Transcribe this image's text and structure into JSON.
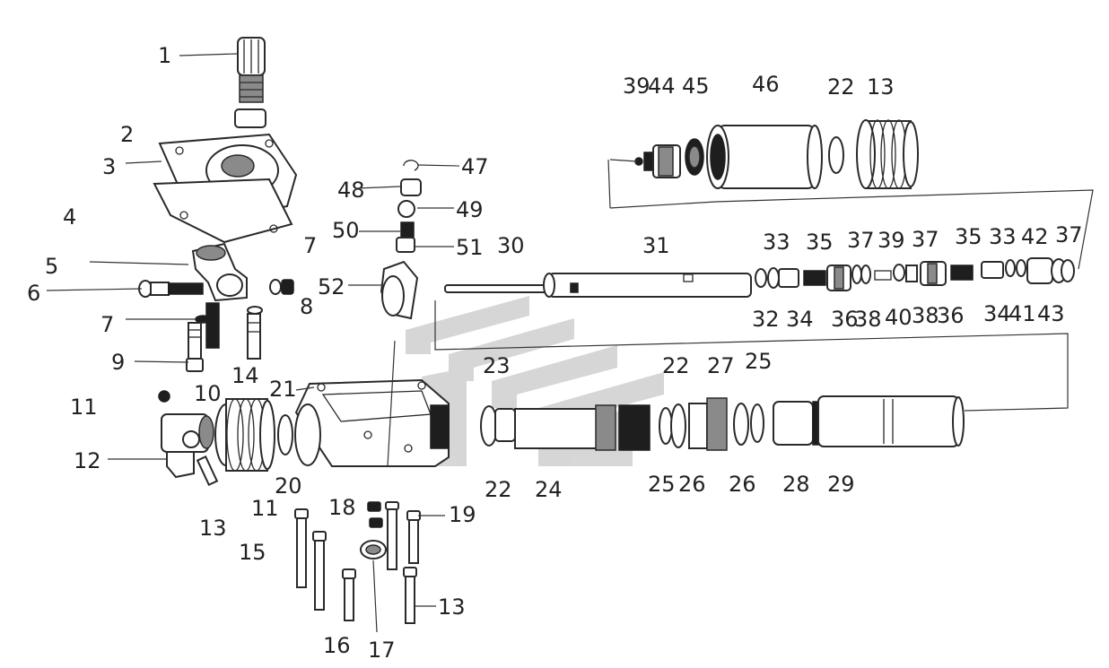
{
  "labels": [
    {
      "id": "1",
      "text": "1"
    },
    {
      "id": "2",
      "text": "2"
    },
    {
      "id": "3",
      "text": "3"
    },
    {
      "id": "4",
      "text": "4"
    },
    {
      "id": "5",
      "text": "5"
    },
    {
      "id": "6",
      "text": "6"
    },
    {
      "id": "7a",
      "text": "7"
    },
    {
      "id": "7b",
      "text": "7"
    },
    {
      "id": "8",
      "text": "8"
    },
    {
      "id": "9",
      "text": "9"
    },
    {
      "id": "10",
      "text": "10"
    },
    {
      "id": "11a",
      "text": "11"
    },
    {
      "id": "11b",
      "text": "11"
    },
    {
      "id": "12",
      "text": "12"
    },
    {
      "id": "13a",
      "text": "13"
    },
    {
      "id": "13b",
      "text": "13"
    },
    {
      "id": "13c",
      "text": "13"
    },
    {
      "id": "14",
      "text": "14"
    },
    {
      "id": "15",
      "text": "15"
    },
    {
      "id": "16",
      "text": "16"
    },
    {
      "id": "17",
      "text": "17"
    },
    {
      "id": "18",
      "text": "18"
    },
    {
      "id": "19",
      "text": "19"
    },
    {
      "id": "20",
      "text": "20"
    },
    {
      "id": "21",
      "text": "21"
    },
    {
      "id": "22a",
      "text": "22"
    },
    {
      "id": "22b",
      "text": "22"
    },
    {
      "id": "22c",
      "text": "22"
    },
    {
      "id": "23",
      "text": "23"
    },
    {
      "id": "24",
      "text": "24"
    },
    {
      "id": "25a",
      "text": "25"
    },
    {
      "id": "25b",
      "text": "25"
    },
    {
      "id": "26a",
      "text": "26"
    },
    {
      "id": "26b",
      "text": "26"
    },
    {
      "id": "27",
      "text": "27"
    },
    {
      "id": "28",
      "text": "28"
    },
    {
      "id": "29",
      "text": "29"
    },
    {
      "id": "30",
      "text": "30"
    },
    {
      "id": "31",
      "text": "31"
    },
    {
      "id": "32",
      "text": "32"
    },
    {
      "id": "33a",
      "text": "33"
    },
    {
      "id": "33b",
      "text": "33"
    },
    {
      "id": "34a",
      "text": "34"
    },
    {
      "id": "34b",
      "text": "34"
    },
    {
      "id": "35a",
      "text": "35"
    },
    {
      "id": "35b",
      "text": "35"
    },
    {
      "id": "36a",
      "text": "36"
    },
    {
      "id": "36b",
      "text": "36"
    },
    {
      "id": "37a",
      "text": "37"
    },
    {
      "id": "37b",
      "text": "37"
    },
    {
      "id": "37c",
      "text": "37"
    },
    {
      "id": "38a",
      "text": "38"
    },
    {
      "id": "38b",
      "text": "38"
    },
    {
      "id": "39a",
      "text": "39"
    },
    {
      "id": "39b",
      "text": "39"
    },
    {
      "id": "40",
      "text": "40"
    },
    {
      "id": "41",
      "text": "41"
    },
    {
      "id": "42",
      "text": "42"
    },
    {
      "id": "43",
      "text": "43"
    },
    {
      "id": "44",
      "text": "44"
    },
    {
      "id": "45",
      "text": "45"
    },
    {
      "id": "46",
      "text": "46"
    },
    {
      "id": "47",
      "text": "47"
    },
    {
      "id": "48",
      "text": "48"
    },
    {
      "id": "49",
      "text": "49"
    },
    {
      "id": "50",
      "text": "50"
    },
    {
      "id": "51",
      "text": "51"
    },
    {
      "id": "52",
      "text": "52"
    }
  ]
}
